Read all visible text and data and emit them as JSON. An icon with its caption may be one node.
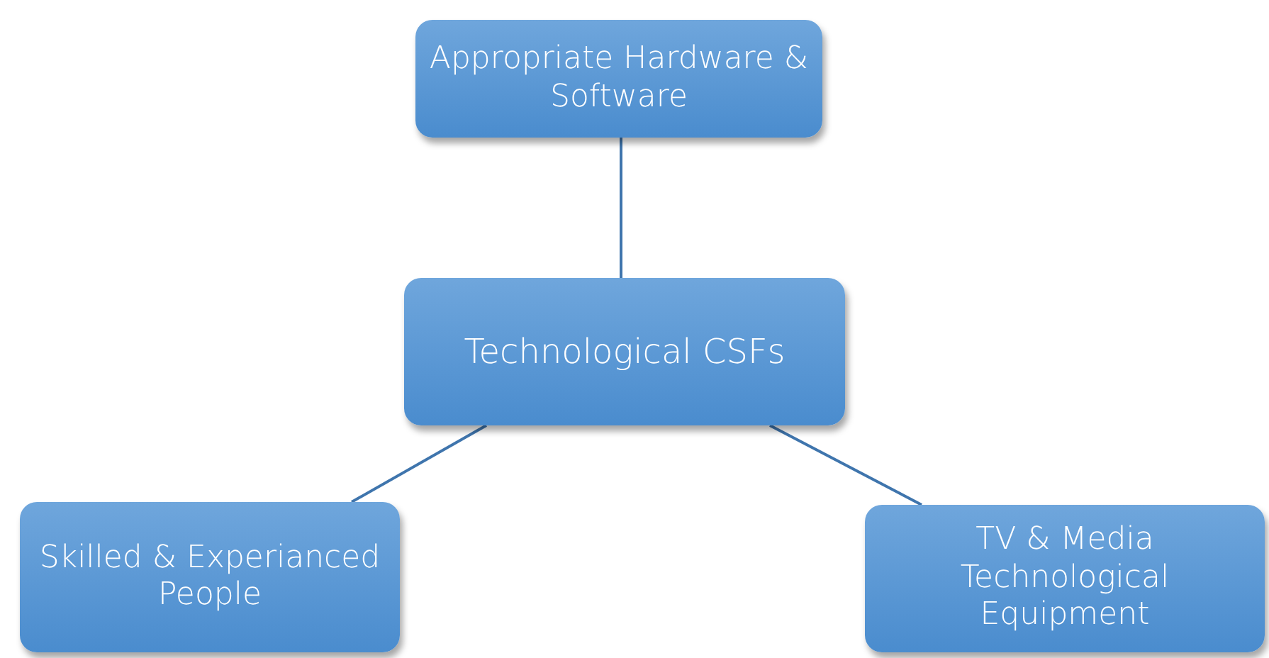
{
  "diagram": {
    "nodes": [
      {
        "text": [
          "Appropriate Hardware & Software"
        ]
      },
      {
        "text": [
          "Technological CSFs"
        ]
      },
      {
        "text": [
          "Skilled & Experianced People"
        ]
      },
      {
        "text": [
          "TV & Media Technological Equipment"
        ]
      }
    ],
    "edges": [
      {
        "from": 1,
        "to": 0,
        "arrow": "none"
      },
      {
        "from": 1,
        "to": 2,
        "arrow": "none"
      },
      {
        "from": 1,
        "to": 3,
        "arrow": "none"
      }
    ]
  }
}
